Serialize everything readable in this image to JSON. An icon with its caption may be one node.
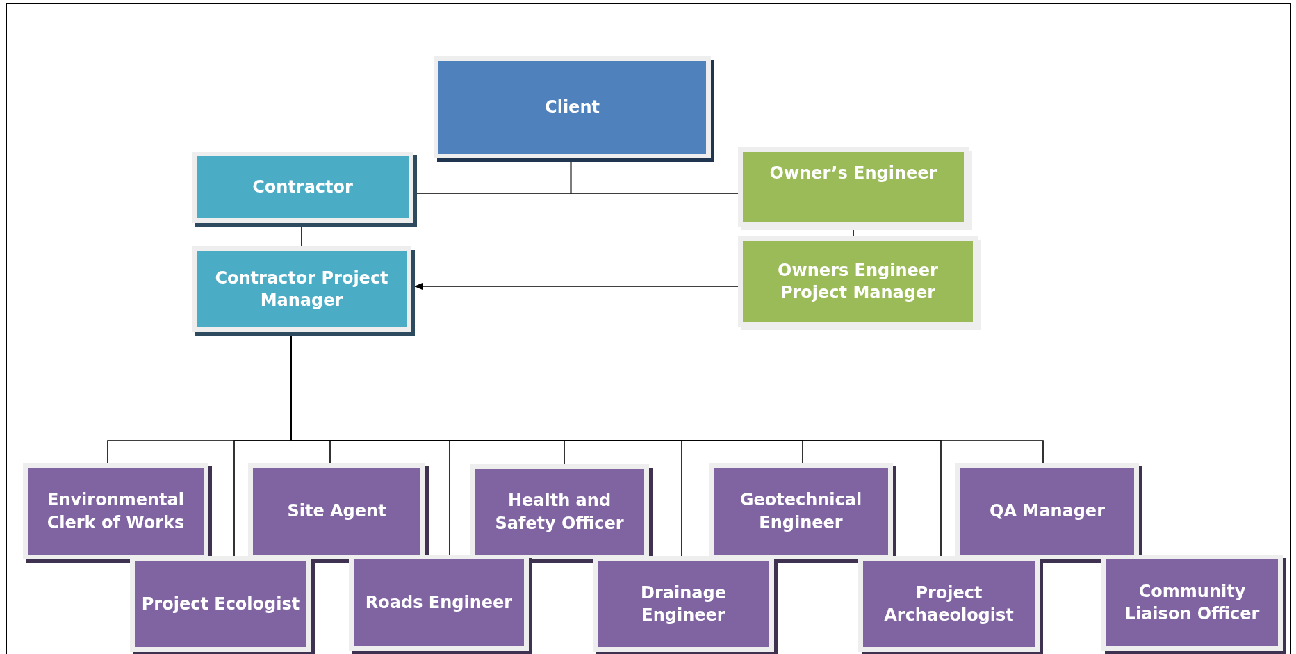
{
  "diagram": {
    "nodes": [
      {
        "text": [
          "Client"
        ]
      },
      {
        "text": [
          "Contractor"
        ]
      },
      {
        "text": [
          "Owner’s Engineer"
        ]
      },
      {
        "text": [
          "Contractor Project Manager"
        ]
      },
      {
        "text": [
          "Owners Engineer Project Manager"
        ]
      },
      {
        "text": [
          "Environmental Clerk of Works"
        ]
      },
      {
        "text": [
          "Site Agent"
        ]
      },
      {
        "text": [
          "Health and Safety Officer"
        ]
      },
      {
        "text": [
          "Geotechnical Engineer"
        ]
      },
      {
        "text": [
          "QA Manager"
        ]
      },
      {
        "text": [
          "Project Ecologist"
        ]
      },
      {
        "text": [
          "Roads Engineer"
        ]
      },
      {
        "text": [
          "Drainage Engineer"
        ]
      },
      {
        "text": [
          "Project Archaeologist"
        ]
      },
      {
        "text": [
          "Community Liaison Officer"
        ]
      }
    ],
    "edges": [
      {
        "from": 0,
        "to": 1,
        "arrow": "none"
      },
      {
        "from": 0,
        "to": 2,
        "arrow": "none"
      },
      {
        "from": 1,
        "to": 3,
        "arrow": "none"
      },
      {
        "from": 2,
        "to": 4,
        "arrow": "none"
      },
      {
        "from": 4,
        "to": 3,
        "arrow": "to"
      },
      {
        "from": 3,
        "to": 5,
        "arrow": "none"
      },
      {
        "from": 3,
        "to": 10,
        "arrow": "none"
      },
      {
        "from": 3,
        "to": 6,
        "arrow": "none"
      },
      {
        "from": 3,
        "to": 11,
        "arrow": "none"
      },
      {
        "from": 3,
        "to": 7,
        "arrow": "none"
      },
      {
        "from": 3,
        "to": 12,
        "arrow": "none"
      },
      {
        "from": 3,
        "to": 8,
        "arrow": "none"
      },
      {
        "from": 3,
        "to": 13,
        "arrow": "none"
      },
      {
        "from": 3,
        "to": 9,
        "arrow": "none"
      }
    ]
  }
}
